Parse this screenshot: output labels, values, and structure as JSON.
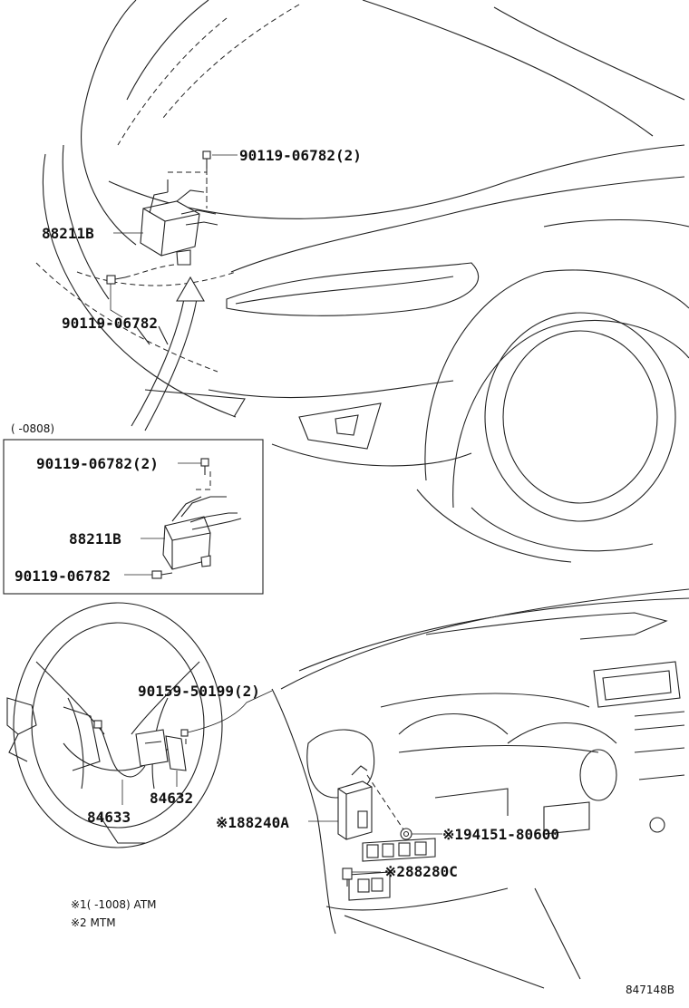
{
  "callouts": {
    "bolt_top_qty": "90119-06782(2)",
    "ecu_top": "88211B",
    "bolt_top_single": "90119-06782",
    "date_range": "(    -0808)",
    "inset_bolt_qty": "90119-06782(2)",
    "inset_ecu": "88211B",
    "inset_bolt_single": "90119-06782",
    "screw_qty": "90159-50199(2)",
    "switch_84632": "84632",
    "switch_84633": "84633",
    "computer_88240a": "※188240A",
    "fastener_94151": "※194151-80600",
    "switch_88280c": "※288280C"
  },
  "notes": {
    "note1": "※1(    -1008) ATM",
    "note2": "※2 MTM"
  },
  "figure_id": "847148B"
}
